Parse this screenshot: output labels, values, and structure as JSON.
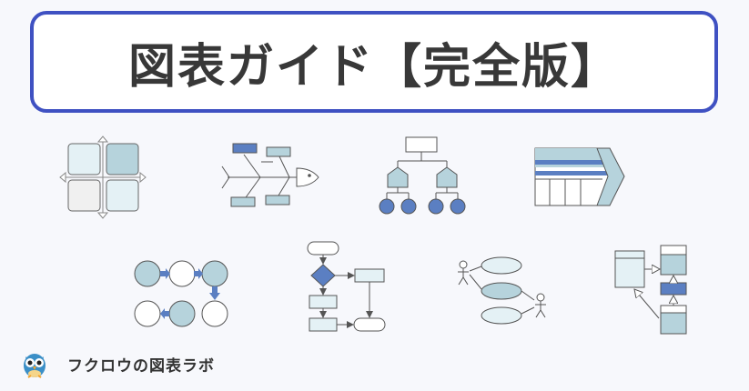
{
  "header": {
    "title": "図表ガイド【完全版】"
  },
  "footer": {
    "brand_name": "フクロウの図表ラボ",
    "logo_icon": "owl-icon"
  },
  "colors": {
    "border": "#3f51c2",
    "teal": "#b6d3dc",
    "light_teal": "#e4f1f5",
    "blue": "#5b7fc2",
    "line": "#555555"
  },
  "diagram_icons": [
    "matrix-2x2-diagram",
    "fishbone-diagram",
    "tree-diagram",
    "chevron-process-diagram",
    "cycle-process-diagram",
    "flowchart-diagram",
    "use-case-diagram",
    "class-diagram"
  ]
}
